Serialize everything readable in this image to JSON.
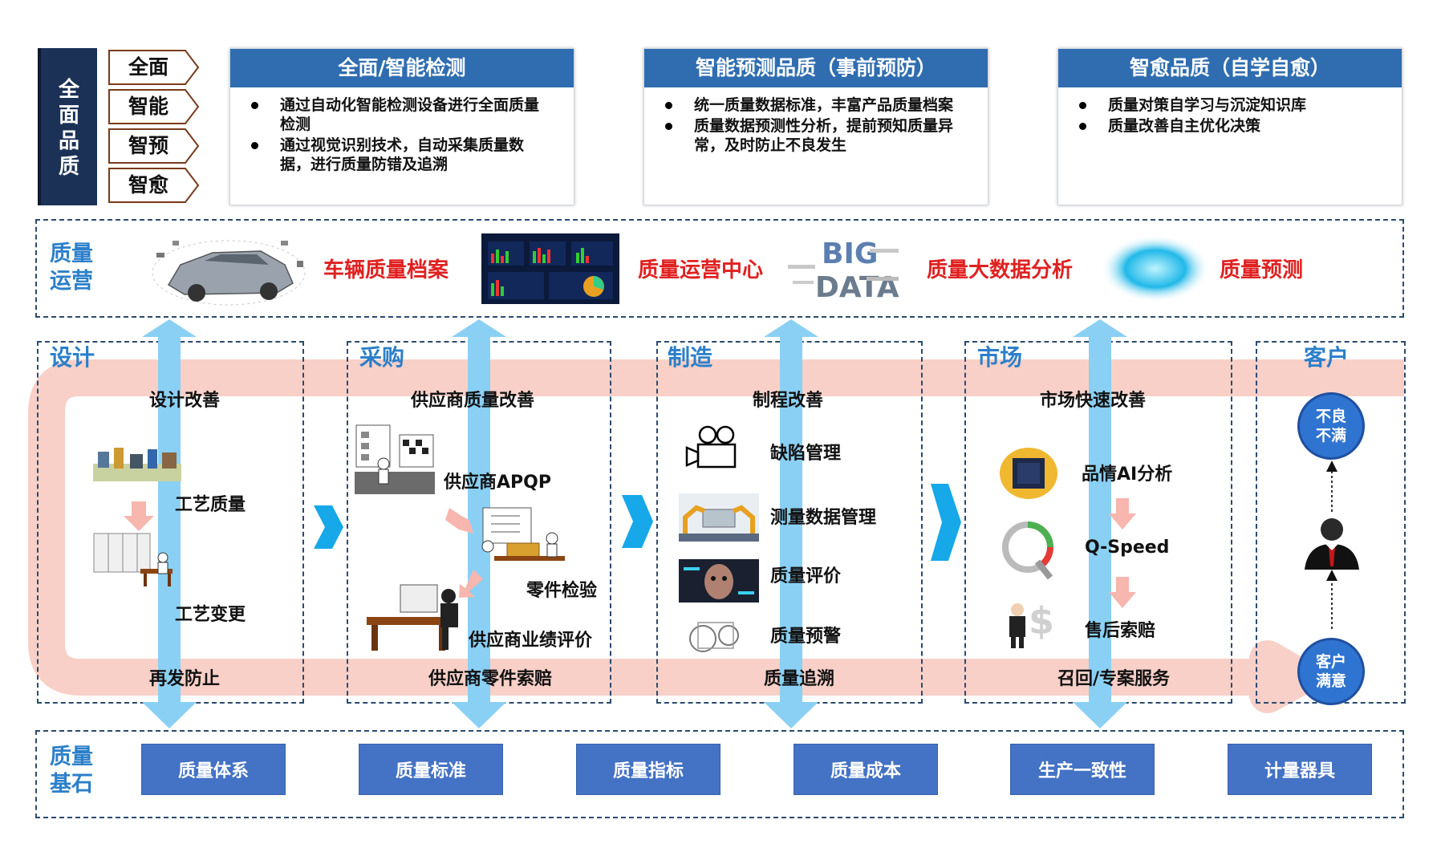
{
  "side_title": "全面品质",
  "tags": [
    "全面",
    "智能",
    "智预",
    "智愈"
  ],
  "panels": [
    {
      "title": "全面/智能检测",
      "bullets": [
        "通过自动化智能检测设备进行全面质量检测",
        "通过视觉识别技术，自动采集质量数据，进行质量防错及追溯"
      ]
    },
    {
      "title": "智能预测品质（事前预防）",
      "bullets": [
        "统一质量数据标准，丰富产品质量档案",
        "质量数据预测性分析，提前预知质量异常，及时防止不良发生"
      ]
    },
    {
      "title": "智愈品质（自学自愈）",
      "bullets": [
        "质量对策自学习与沉淀知识库",
        "质量改善自主优化决策"
      ]
    }
  ],
  "operations": {
    "label": "质量运营",
    "items": [
      "车辆质量档案",
      "质量运营中心",
      "质量大数据分析",
      "质量预测"
    ],
    "bigdata_text": [
      "BIG",
      "DATA"
    ]
  },
  "stages": {
    "labels": [
      "设计",
      "采购",
      "制造",
      "市场",
      "客户"
    ],
    "top_flow": [
      "设计改善",
      "供应商质量改善",
      "制程改善",
      "市场快速改善"
    ],
    "bottom_flow": [
      "再发防止",
      "供应商零件索赔",
      "质量追溯",
      "召回/专案服务"
    ],
    "design": [
      "工艺质量",
      "工艺变更"
    ],
    "purchase": [
      "供应商APQP",
      "零件检验",
      "供应商业绩评价"
    ],
    "manufacturing": [
      "缺陷管理",
      "测量数据管理",
      "质量评价",
      "质量预警"
    ],
    "market": [
      "品情AI分析",
      "Q-Speed",
      "售后索赔"
    ],
    "customer": {
      "top": "不良不满",
      "bottom": "客户满意"
    }
  },
  "foundation": {
    "label": "质量基石",
    "items": [
      "质量体系",
      "质量标准",
      "质量指标",
      "质量成本",
      "生产一致性",
      "计量器具"
    ]
  },
  "colors": {
    "navy": "#1b3156",
    "blue_header": "#2f6db0",
    "label_blue": "#2c7fc9",
    "red": "#e02020",
    "flow_pink": "#f8d0c8",
    "arrow_blue": "#8ad0f4",
    "chevron_blue": "#16a8e8",
    "btn_blue": "#4472c4"
  }
}
